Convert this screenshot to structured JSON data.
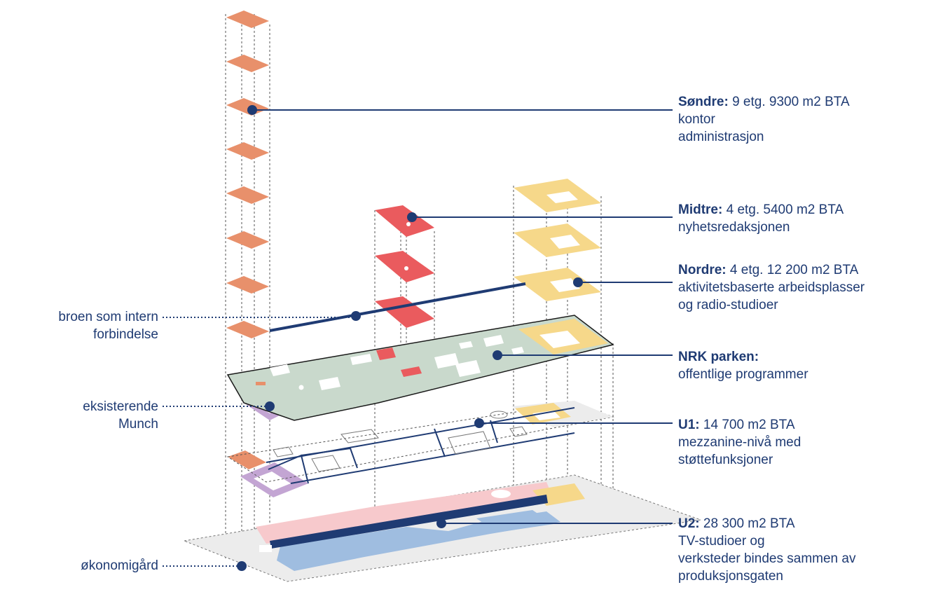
{
  "colors": {
    "navy": "#1f3b73",
    "orange": "#e8906b",
    "red": "#ea5b5e",
    "yellow": "#f6d88a",
    "green": "#c9d9cc",
    "purple": "#c3a5d3",
    "pink": "#f7c9cc",
    "blue": "#9fbde0",
    "grey": "#ececec"
  },
  "labels_right": [
    {
      "title": "Søndre:",
      "text": "9 etg. 9300 m2 BTA",
      "lines": [
        "kontor",
        "administrasjon"
      ]
    },
    {
      "title": "Midtre:",
      "text": "4 etg. 5400 m2 BTA",
      "lines": [
        "nyhetsredaksjonen"
      ]
    },
    {
      "title": "Nordre:",
      "text": "4 etg. 12 200 m2 BTA",
      "lines": [
        "aktivitetsbaserte arbeidsplasser",
        "og radio-studioer"
      ]
    },
    {
      "title": "NRK parken:",
      "text": "",
      "lines": [
        "offentlige programmer"
      ]
    },
    {
      "title": "U1:",
      "text": "14 700 m2 BTA",
      "lines": [
        "mezzanine-nivå med",
        "støttefunksjoner"
      ]
    },
    {
      "title": "U2:",
      "text": "28 300 m2 BTA",
      "lines": [
        "TV-studioer og",
        "verksteder bindes sammen av",
        "produksjonsgaten"
      ]
    }
  ],
  "labels_left": [
    {
      "lines": [
        "broen som intern",
        "forbindelse"
      ]
    },
    {
      "lines": [
        "eksisterende",
        "Munch"
      ]
    },
    {
      "lines": [
        "økonomigård"
      ]
    }
  ]
}
